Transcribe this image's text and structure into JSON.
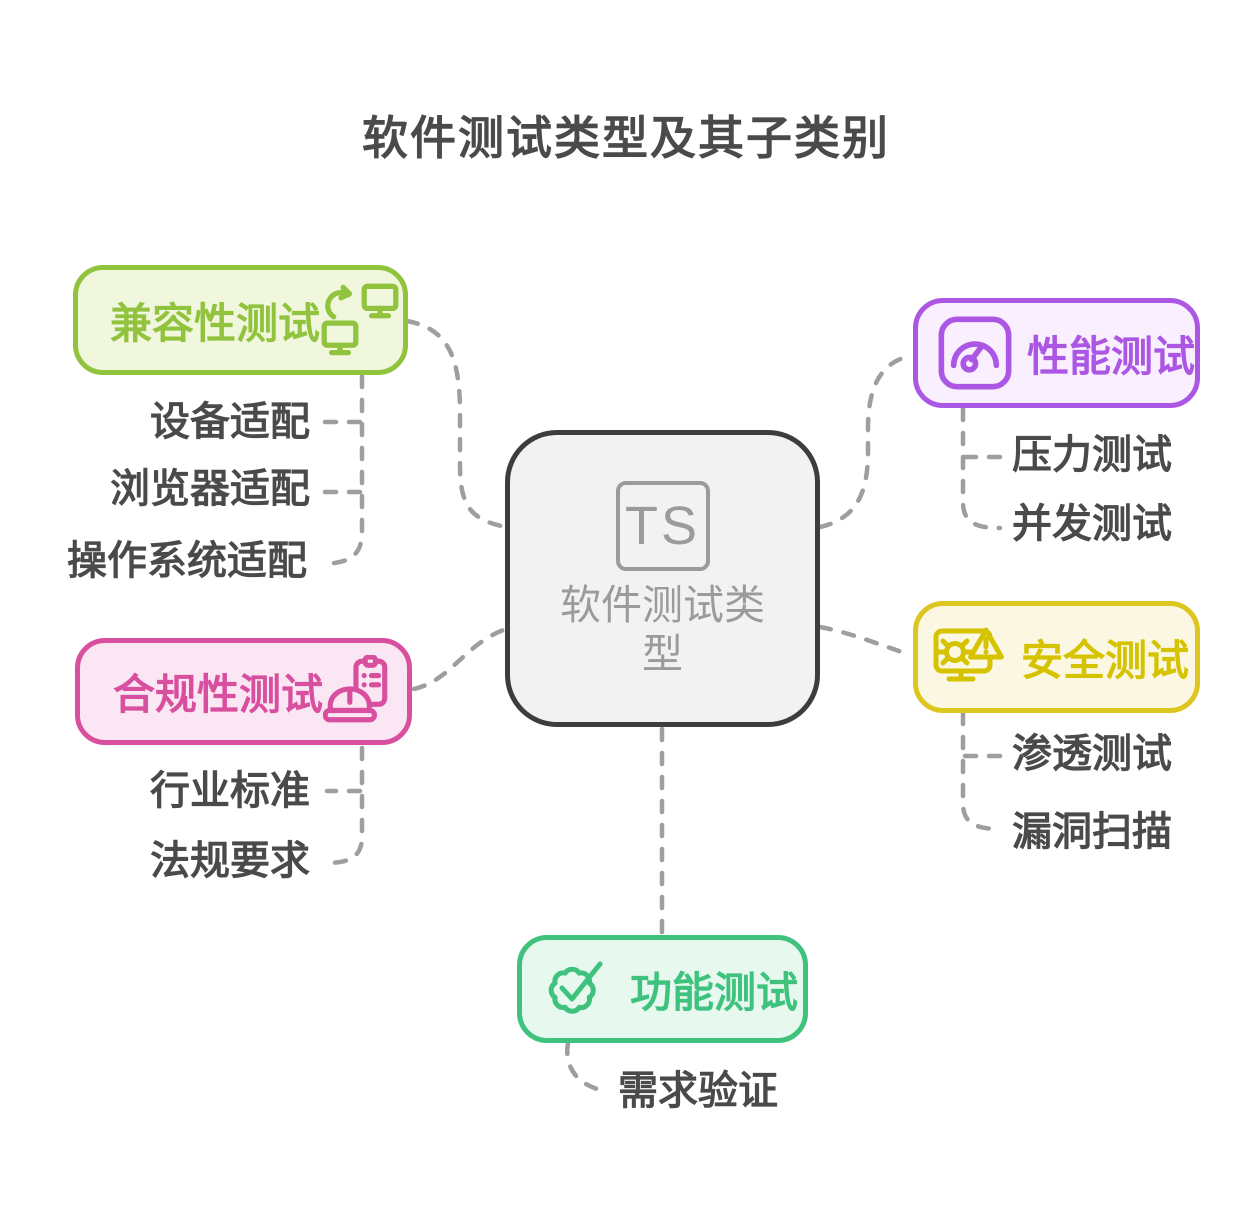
{
  "title": "软件测试类型及其子类别",
  "center": {
    "badge": "TS",
    "label": "软件测试类型"
  },
  "theme": {
    "title_color": "#4a4a4a",
    "subitem_color": "#4a4a4a",
    "connector_color": "#9e9e9e",
    "center_border": "#3d3d3d",
    "center_bg": "#f2f2f2",
    "center_text": "#9b9b9b"
  },
  "branches": [
    {
      "id": "compatibility",
      "label": "兼容性测试",
      "icon": "sync-monitors-icon",
      "border_color": "#92c33f",
      "bg_color": "#f0f7dd",
      "text_color": "#92c33f",
      "subitems": [
        "设备适配",
        "浏览器适配",
        "操作系统适配"
      ]
    },
    {
      "id": "compliance",
      "label": "合规性测试",
      "icon": "hardhat-clipboard-icon",
      "border_color": "#d94f9f",
      "bg_color": "#fbe7f3",
      "text_color": "#d94f9f",
      "subitems": [
        "行业标准",
        "法规要求"
      ]
    },
    {
      "id": "performance",
      "label": "性能测试",
      "icon": "gauge-icon",
      "border_color": "#ab57e3",
      "bg_color": "#f9effe",
      "text_color": "#ab57e3",
      "subitems": [
        "压力测试",
        "并发测试"
      ]
    },
    {
      "id": "security",
      "label": "安全测试",
      "icon": "bug-alert-monitor-icon",
      "border_color": "#ddc61f",
      "bg_color": "#fbf7e2",
      "text_color": "#d6c300",
      "subitems": [
        "渗透测试",
        "漏洞扫描"
      ]
    },
    {
      "id": "functional",
      "label": "功能测试",
      "icon": "badge-check-icon",
      "border_color": "#3fc27d",
      "bg_color": "#e7f8ef",
      "text_color": "#3fc27d",
      "subitems": [
        "需求验证"
      ]
    }
  ]
}
